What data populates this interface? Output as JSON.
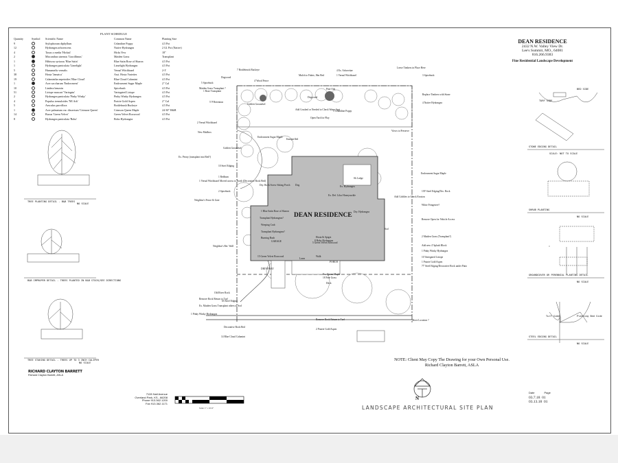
{
  "schedule": {
    "title": "PLANT SCHEDULE",
    "headers": {
      "quantity": "Quantity",
      "symbol": "Symbol",
      "scientific": "Scientific Name",
      "common": "Common Name",
      "size": "Planting Size"
    },
    "rows": [
      {
        "q": "9",
        "sci": "Stylophorum diphyllum",
        "common": "Celandine Poppy",
        "size": "4.5 Pot"
      },
      {
        "q": "12",
        "sci": "Hydrangea arborescens",
        "common": "Native Hydrangea",
        "size": "2 Gl. Pot (Native)"
      },
      {
        "q": "4",
        "sci": "Taxus x media 'Hicksii'",
        "common": "Hicks Yew",
        "size": "18\""
      },
      {
        "q": "2",
        "sci": "Miscanthus sinensis 'Gracillimus'",
        "common": "Maiden Grass",
        "size": "Transplant"
      },
      {
        "q": "1",
        "sci": "Hibiscus syriacus 'Blue Satin'",
        "common": "Blue Satin Rose of Sharon",
        "size": "4.5 Pot"
      },
      {
        "q": "1",
        "sci": "Hydrangea paniculata 'Limelight'",
        "common": "Limelight Hydrangea",
        "size": "4.5 Pot"
      },
      {
        "q": "5",
        "sci": "Hamamelis vernalis",
        "common": "Vernal Witchhazel",
        "size": "2-3'"
      },
      {
        "q": "38",
        "sci": "Hosta 'Jamaica'",
        "common": "Asst. Hosta Varieties",
        "size": "4.5 Pot"
      },
      {
        "q": "19",
        "sci": "Calamintha nepetoides 'Blue Cloud'",
        "common": "Blue Cloud Calamint",
        "size": "4.5 Pot"
      },
      {
        "q": "1",
        "sci": "Acer saccharum 'Endowment'",
        "common": "Endowment Sugar Maple",
        "size": "2\" Cal"
      },
      {
        "q": "10",
        "sci": "Lindera benzoin",
        "common": "Spicebush",
        "size": "4.5 Pot"
      },
      {
        "q": "51",
        "sci": "Liriope muscari 'Variegata'",
        "common": "Variegated Liriope",
        "size": "4.5 Pot"
      },
      {
        "q": "2",
        "sci": "Hydrangea paniculata 'Pinky Winky'",
        "common": "Pinky Winky Hydrangea",
        "size": "4.5 Pot"
      },
      {
        "q": "4",
        "sci": "Populus tremuloides 'NE Arb'",
        "common": "Prairie Gold Aspen",
        "size": "2\" Cal"
      },
      {
        "q": "5",
        "sci": "Aesculus parviflora",
        "common": "Bottlebrush Buckeye",
        "size": "4.5 Pot"
      },
      {
        "q": "1",
        "sci": "Acer palmatum var. dissectum 'Crimson Queen'",
        "common": "Crimson Queen Maple",
        "size": "24-30\" B&B"
      },
      {
        "q": "14",
        "sci": "Buxus 'Green Velvet'",
        "common": "Green Velvet Boxwood",
        "size": "4.5 Pot"
      },
      {
        "q": "8",
        "sci": "Hydrangea paniculata 'Bobo'",
        "common": "Bobo Hydrangea",
        "size": "4.5 Pot"
      }
    ]
  },
  "title_block": {
    "name": "DEAN RESIDENCE",
    "address1": "2432 N.W. Valley View Dr.",
    "address2": "Lee's Summit, MO., 64081",
    "phone": "816.266.9383",
    "tagline": "Fine Residential Landscape Development"
  },
  "plan": {
    "house_label": "DEAN RESIDENCE",
    "labels": [
      "7 Bottlebrush Buckeye",
      "Mulch to Fabric, Hm Bed",
      "4 Ex. Arborvitae",
      "1 Vernal Witchhazel",
      "Leave Timbers in Place Here",
      "3 Spicebush",
      "Dogwood",
      "5 Spicebush",
      "Maiden Grass Transplant ?",
      "1 Rose Transplant",
      "5' P Retention",
      "4' Wood Fence",
      "Pine Oak",
      "Golden Groundsel",
      "Dogwood",
      "Add Crushed or Needed to Check Water Spot",
      "5 Celandine Poppy",
      "Open Yard for Play",
      "4 Native Hydrangea",
      "Replace Timbers with Stone",
      "2 Vernal Witchhazel",
      "New Mailbox",
      "Endowment Sugar Maple",
      "Kamperfled",
      "Views to Preserve",
      "Golden Groundsel",
      "Ex. Peony (transplant into Bed?)",
      "10 Steel Edging",
      "1 Redbum",
      "1 Vernal Witchhazel Moved across to North (Decorative Rock Bed)",
      "2 Spicebush",
      "Neighbor's Fence & Gate",
      "Dry. Rock Screw Sitting Porch",
      "1 Blue Satin Rose of Sharon",
      "Transplant Hydrangeas?",
      "Weeping Crab",
      "Transplant Hydrangeas?",
      "Burning Bush",
      "GARAGE",
      "Lawn",
      "Neighbor's Ret. Wall",
      "DRIVEWAY",
      "15 Green Velvet Boxwood",
      "Old River Rock",
      "Remove Rock Return to Turf",
      "65 Steel Edging",
      "Ex. Maiden Grass Transplant others to Sod",
      "1 Pinky Winky Hydrangea",
      "Decorative Rock Bed",
      "14 Blue Cloud Calamint",
      "2 Prairie Gold Aspen",
      "Remove Rock Return to Turf",
      "Move Location ?",
      "Endowment Sugar Maple",
      "139' Steel Edging/Dec. Rock",
      "Add Cobbles to Check Erosion",
      "White Fringetree?",
      "Remove Open for Vehicle Access",
      "2 Maiden Grass (Transplant?)",
      "Add new 4' Splash Block",
      "1 Pinky Winky Hydrangea",
      "10 Variegated Liriope",
      "1 Prairie Gold Aspen",
      "77' Steel Edging/Decorative Rock under Patio",
      "Dry. Hydrangea",
      "Ex. Def. Lilac Honeysuckle",
      "Ex. Hydrangea",
      "Hosta & Spigot",
      "8 Bobo Hydrangea",
      "5 Green Velvet Boxwood",
      "PORCH",
      "Walk",
      "Deck",
      "Sod",
      "Ex. Queen Maple",
      "18 Fine Grass",
      "Dog",
      "Sh Lodge"
    ],
    "scale_text": "Scale: 1\" = 10'-0\"",
    "north_label": "N"
  },
  "details": {
    "left": [
      "TREE PLANTING DETAIL - B&B TREES",
      "NO SCALE",
      "B&B IMPROPER DETAIL - TREES PLANTED IN B&B STOCK/SEE DIRECTIONS",
      "TREE STAKING DETAIL - TREES UP TO 3 INCH CALIPER",
      "NO SCALE"
    ],
    "right": [
      "STONE EDGING DETAIL",
      "SCALE: NOT TO SCALE",
      "SHRUB PLANTING",
      "NO SCALE",
      "GROUNDCOVER OR PERENNIAL PLANTING DETAIL",
      "NO SCALE",
      "STEEL EDGING DETAIL",
      "NO SCALE",
      "TURF SIDE",
      "BED SIDE",
      "Turf Side",
      "Planting Bed Side"
    ]
  },
  "firm": {
    "name": "RICHARD CLAYTON BARRETT",
    "sub": "Richard Clayton Barrett, ASLA",
    "address": [
      "7128 Nall Avenue",
      "Overland Park, KS., 66208",
      "Phone 913.362.1200",
      "Fax 913.362.1171"
    ]
  },
  "note": {
    "line1": "NOTE:  Client May Copy The Drawing for your Own Personal Use.",
    "line2": "Richard Clayton Barrett, ASLA"
  },
  "sheet_title": "LANDSCAPE ARCHITECTURAL SITE PLAN",
  "revisions": {
    "date_header": "Date",
    "page_header": "Page",
    "rows": [
      {
        "date": "03.7.18",
        "page": "01"
      },
      {
        "date": "03.13.18",
        "page": "01"
      }
    ]
  }
}
